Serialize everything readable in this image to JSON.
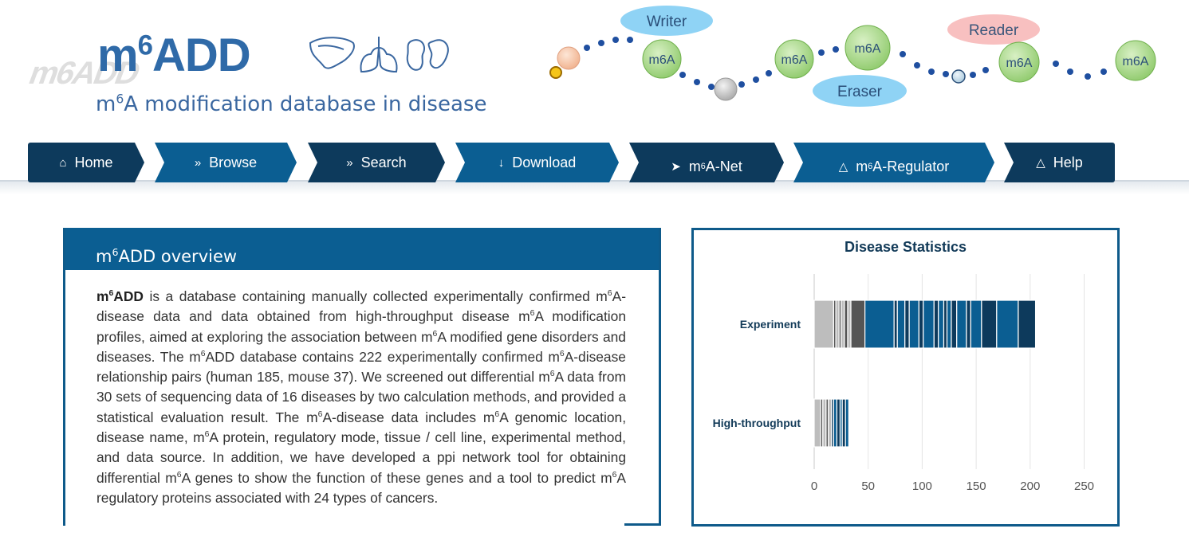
{
  "header": {
    "logo_main": "m",
    "logo_sup": "6",
    "logo_rest": "ADD",
    "tagline_pre": "m",
    "tagline_sup": "6",
    "tagline_rest": "A modification database in disease",
    "banner": {
      "writer": "Writer",
      "reader": "Reader",
      "eraser": "Eraser",
      "node_label": "m6A"
    }
  },
  "nav": {
    "items": [
      {
        "icon": "home-icon",
        "label": "Home"
      },
      {
        "icon": "chevron-right-icon",
        "label": "Browse"
      },
      {
        "icon": "chevron-right-icon",
        "label": "Search"
      },
      {
        "icon": "download-icon",
        "label": "Download"
      },
      {
        "icon": "rocket-icon",
        "label_pre": "m",
        "label_sup": "6",
        "label_rest": "A-Net"
      },
      {
        "icon": "flask-icon",
        "label_pre": "m",
        "label_sup": "6",
        "label_rest": "A-Regulator"
      },
      {
        "icon": "flask-icon",
        "label": "Help"
      }
    ]
  },
  "overview": {
    "title_pre": "m",
    "title_sup": "6",
    "title_rest": "ADD overview",
    "bold_pre": "m",
    "bold_sup": "6",
    "bold_rest": "ADD",
    "p1": " is a database containing manually collected experimentally confirmed m",
    "p2": "A-disease data and data obtained from high-throughput disease m",
    "p3": "A modification profiles, aimed at exploring the association between m",
    "p4": "A modified gene disorders and diseases. The m",
    "p5": "ADD database contains 222 experimentally confirmed m",
    "p6": "A-disease relationship pairs (human 185, mouse 37). We screened out differential m",
    "p7": "A data from 30 sets of sequencing data of 16 diseases by two calculation methods, and provided a statistical evaluation result. The m",
    "p8": "A-disease data includes m",
    "p9": "A genomic location, disease name, m",
    "p10": "A protein, regulatory mode, tissue / cell line, experimental method, and data source. In addition, we have developed a ppi network tool for obtaining differential m",
    "p11": "A genes to show the function of these genes and a tool to predict m",
    "p12": "A regulatory proteins associated with 24 types of cancers.",
    "sup": "6"
  },
  "chart_data": {
    "type": "bar",
    "orientation": "horizontal",
    "stacked": true,
    "title": "Disease Statistics",
    "categories": [
      "Experiment",
      "High-throughput"
    ],
    "xlim": [
      0,
      250
    ],
    "xticks": [
      0,
      50,
      100,
      150,
      200,
      250
    ],
    "grid": true,
    "legend": "none",
    "colors": {
      "gray": "#bdbdbd",
      "darkgray": "#555555",
      "blue": "#0b5e92",
      "navy": "#0d3a5c",
      "white_sep": "#ffffff"
    },
    "segments": [
      [
        {
          "value": 18,
          "color": "gray"
        },
        {
          "value": 2,
          "color": "darkgray"
        },
        {
          "value": 3,
          "color": "gray"
        },
        {
          "value": 2,
          "color": "darkgray"
        },
        {
          "value": 3,
          "color": "gray"
        },
        {
          "value": 3,
          "color": "darkgray"
        },
        {
          "value": 3,
          "color": "gray"
        },
        {
          "value": 13,
          "color": "darkgray"
        },
        {
          "value": 27,
          "color": "blue"
        },
        {
          "value": 3,
          "color": "navy"
        },
        {
          "value": 7,
          "color": "blue"
        },
        {
          "value": 4,
          "color": "navy"
        },
        {
          "value": 9,
          "color": "blue"
        },
        {
          "value": 4,
          "color": "navy"
        },
        {
          "value": 10,
          "color": "blue"
        },
        {
          "value": 4,
          "color": "navy"
        },
        {
          "value": 5,
          "color": "blue"
        },
        {
          "value": 3,
          "color": "navy"
        },
        {
          "value": 4,
          "color": "blue"
        },
        {
          "value": 5,
          "color": "navy"
        },
        {
          "value": 9,
          "color": "blue"
        },
        {
          "value": 4,
          "color": "navy"
        },
        {
          "value": 10,
          "color": "blue"
        },
        {
          "value": 14,
          "color": "navy"
        },
        {
          "value": 20,
          "color": "blue"
        },
        {
          "value": 16,
          "color": "navy"
        }
      ],
      [
        {
          "value": 6,
          "color": "gray"
        },
        {
          "value": 2,
          "color": "darkgray"
        },
        {
          "value": 3,
          "color": "gray"
        },
        {
          "value": 2,
          "color": "darkgray"
        },
        {
          "value": 3,
          "color": "gray"
        },
        {
          "value": 2,
          "color": "navy"
        },
        {
          "value": 3,
          "color": "blue"
        },
        {
          "value": 3,
          "color": "navy"
        },
        {
          "value": 2,
          "color": "blue"
        },
        {
          "value": 3,
          "color": "navy"
        },
        {
          "value": 3,
          "color": "blue"
        }
      ]
    ]
  }
}
